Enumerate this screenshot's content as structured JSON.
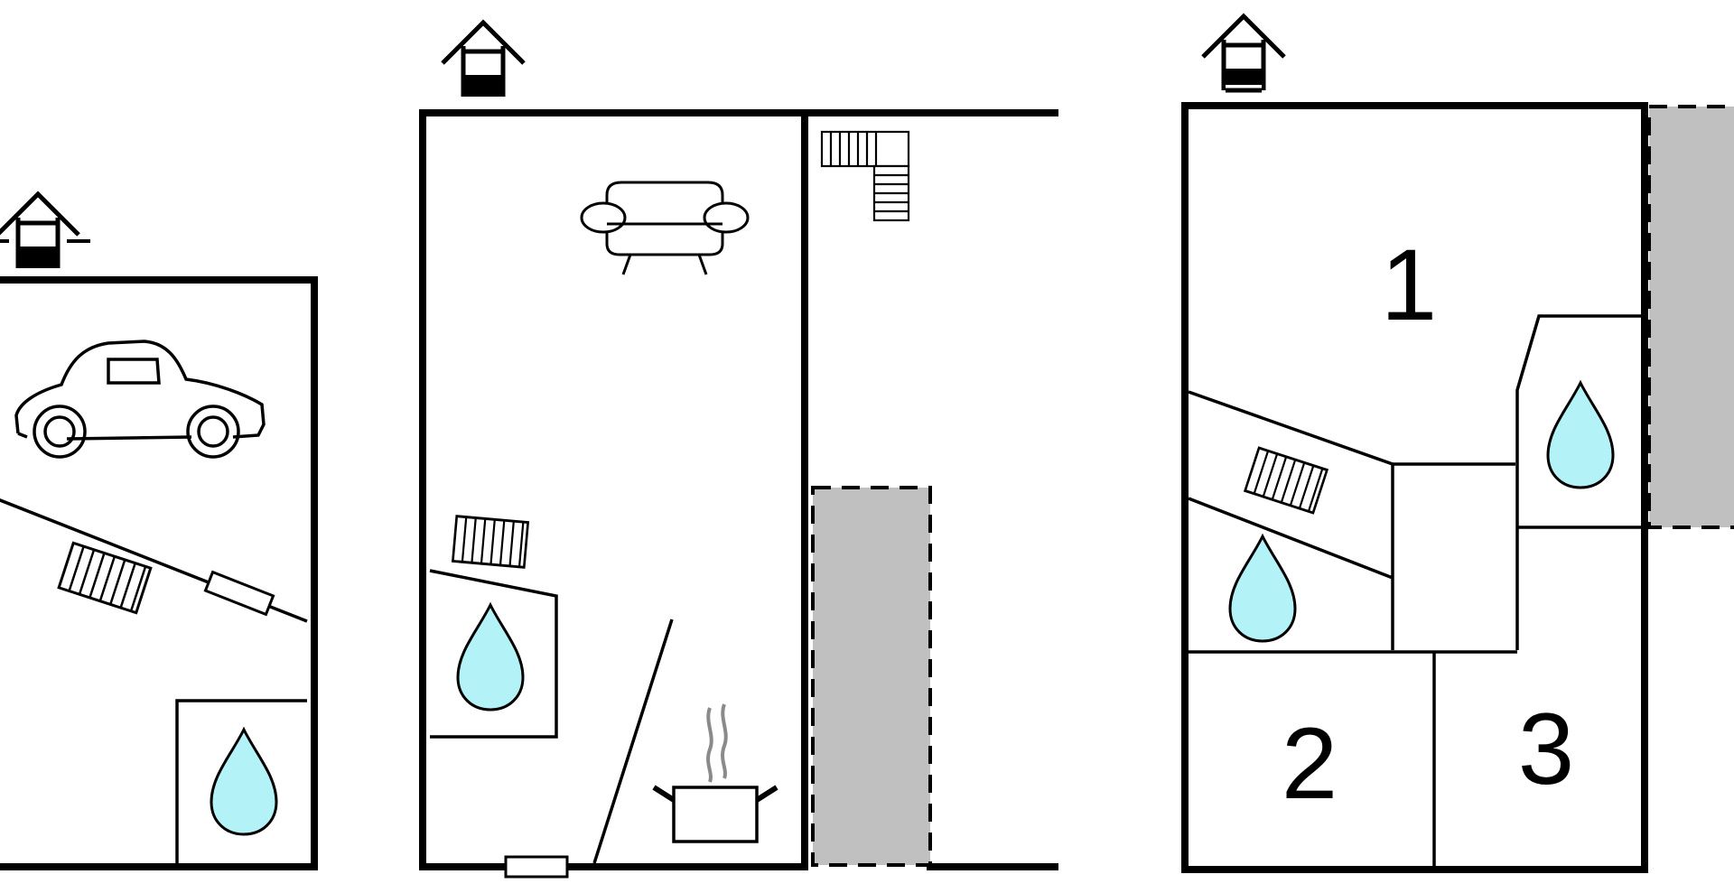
{
  "floors": [
    {
      "id": "floor-left",
      "rooms": [
        {
          "kind": "garage",
          "icon": "car-icon"
        },
        {
          "kind": "bathroom",
          "icon": "water-drop-icon"
        }
      ],
      "features": [
        "house-entrance-icon",
        "radiator-icon",
        "door-icon"
      ]
    },
    {
      "id": "floor-middle",
      "rooms": [
        {
          "kind": "living-room",
          "icon": "sofa-icon"
        },
        {
          "kind": "bathroom",
          "icon": "water-drop-icon"
        },
        {
          "kind": "kitchen",
          "icon": "cooking-pot-icon"
        },
        {
          "kind": "terrace",
          "icon": "hatched-area"
        }
      ],
      "features": [
        "house-entrance-icon",
        "radiator-icon",
        "stairs-icon",
        "door-icon"
      ]
    },
    {
      "id": "floor-right",
      "rooms": [
        {
          "kind": "bedroom",
          "number": "1"
        },
        {
          "kind": "bedroom",
          "number": "2"
        },
        {
          "kind": "bedroom",
          "number": "3"
        },
        {
          "kind": "bathroom",
          "icon": "water-drop-icon"
        },
        {
          "kind": "bathroom",
          "icon": "water-drop-icon"
        },
        {
          "kind": "terrace",
          "icon": "hatched-area"
        }
      ],
      "features": [
        "house-entrance-icon",
        "radiator-icon"
      ]
    }
  ],
  "colors": {
    "wall": "#000000",
    "water": "#b3f2f7",
    "terrace": "#c0c0c0",
    "steam": "#8a8a8a",
    "background": "#ffffff"
  }
}
